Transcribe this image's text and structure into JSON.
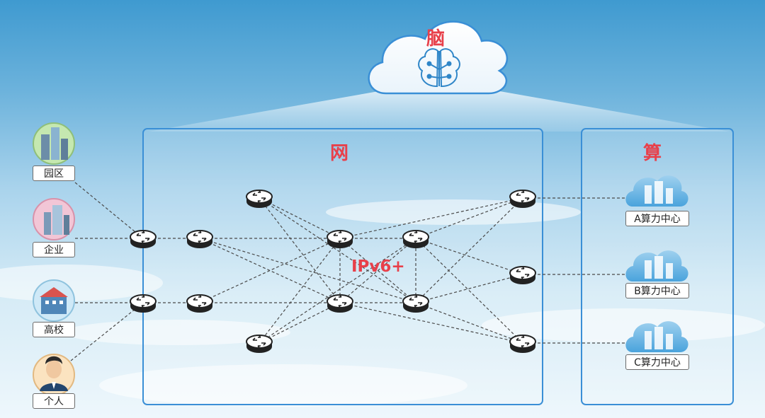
{
  "brain": {
    "label": "脑",
    "icon": "brain-icon"
  },
  "network": {
    "label": "网",
    "center_label": "IPv6+"
  },
  "compute": {
    "label": "算"
  },
  "sources": [
    {
      "label": "园区",
      "icon": "campus-buildings-icon"
    },
    {
      "label": "企业",
      "icon": "enterprise-building-icon"
    },
    {
      "label": "高校",
      "icon": "university-icon"
    },
    {
      "label": "个人",
      "icon": "person-avatar-icon"
    }
  ],
  "datacenters": [
    {
      "label": "A算力中心",
      "icon": "datacenter-cloud-icon"
    },
    {
      "label": "B算力中心",
      "icon": "datacenter-cloud-icon"
    },
    {
      "label": "C算力中心",
      "icon": "datacenter-cloud-icon"
    }
  ],
  "colors": {
    "accent_red": "#e8404a",
    "frame_blue": "#3a8fd6",
    "router_dark": "#333333"
  }
}
